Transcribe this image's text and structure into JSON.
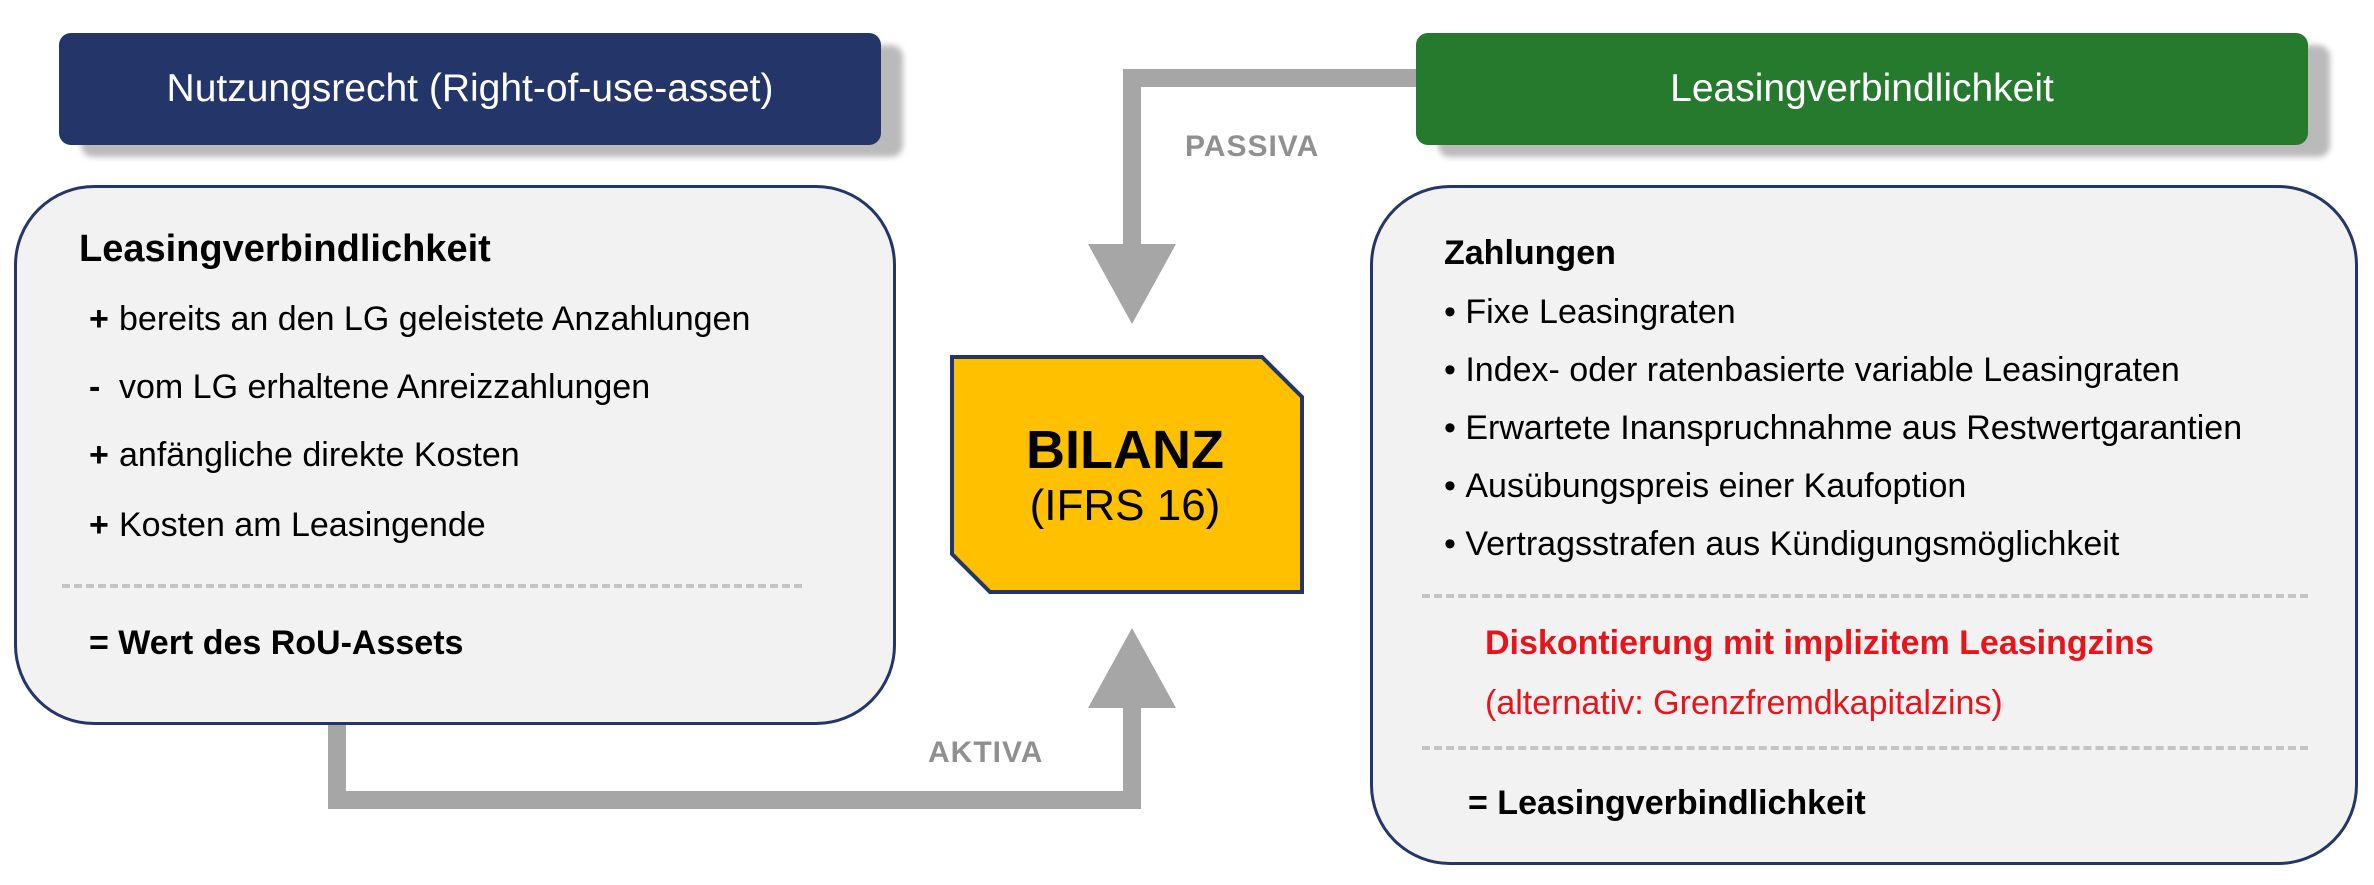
{
  "header_left": "Nutzungsrecht (Right-of-use-asset)",
  "header_right": "Leasingverbindlichkeit",
  "center": {
    "title": "BILANZ",
    "subtitle": "(IFRS 16)"
  },
  "flow_labels": {
    "passiva": "PASSIVA",
    "aktiva": "AKTIVA"
  },
  "left_panel": {
    "heading": "Leasingverbindlichkeit",
    "items": [
      {
        "sign": "+",
        "text": "bereits an den LG geleistete Anzahlungen"
      },
      {
        "sign": "-",
        "text": "vom LG erhaltene Anreizzahlungen"
      },
      {
        "sign": "+",
        "text": "anfängliche direkte Kosten"
      },
      {
        "sign": "+",
        "text": "Kosten am Leasingende"
      }
    ],
    "result": "= Wert des RoU-Assets"
  },
  "right_panel": {
    "heading": "Zahlungen",
    "bullets": [
      "Fixe Leasingraten",
      "Index- oder ratenbasierte variable Leasingraten",
      "Erwartete Inanspruchnahme aus Restwertgarantien",
      "Ausübungspreis einer Kaufoption",
      "Vertragsstrafen aus Kündigungsmöglichkeit"
    ],
    "bullet_char": "•",
    "discount_title": "Diskontierung mit implizitem Leasingzins",
    "discount_alt": "(alternativ: Grenzfremdkapitalzins)",
    "result": "= Leasingverbindlichkeit"
  },
  "colors": {
    "header_left": "#243569",
    "header_right": "#257a2e",
    "center_fill": "#ffc000",
    "arrow": "#a6a6a6",
    "highlight": "#e8141c"
  }
}
